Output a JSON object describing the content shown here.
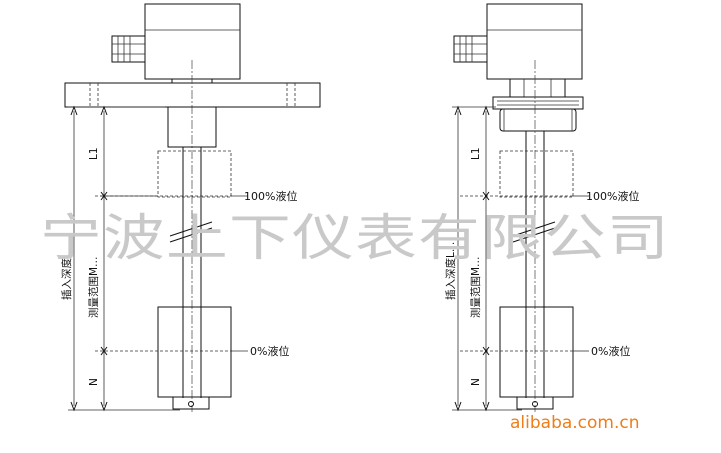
{
  "watermark": "宁波上下仪表有限公司",
  "site": "alibaba.com.cn",
  "colors": {
    "site": "#ef7d1a",
    "watermark": "#c9c9c9"
  },
  "left_view": {
    "labels": {
      "level_full": "100%液位",
      "level_zero": "0%液位",
      "dim_l1": "L1",
      "dim_n": "N",
      "insert_depth": "插入深度L…",
      "measure_range": "测量范围M…"
    }
  },
  "right_view": {
    "labels": {
      "level_full": "100%液位",
      "level_zero": "0%液位",
      "dim_l1": "L1",
      "dim_n": "N",
      "insert_depth": "插入深度L…",
      "measure_range": "测量范围M…"
    }
  }
}
